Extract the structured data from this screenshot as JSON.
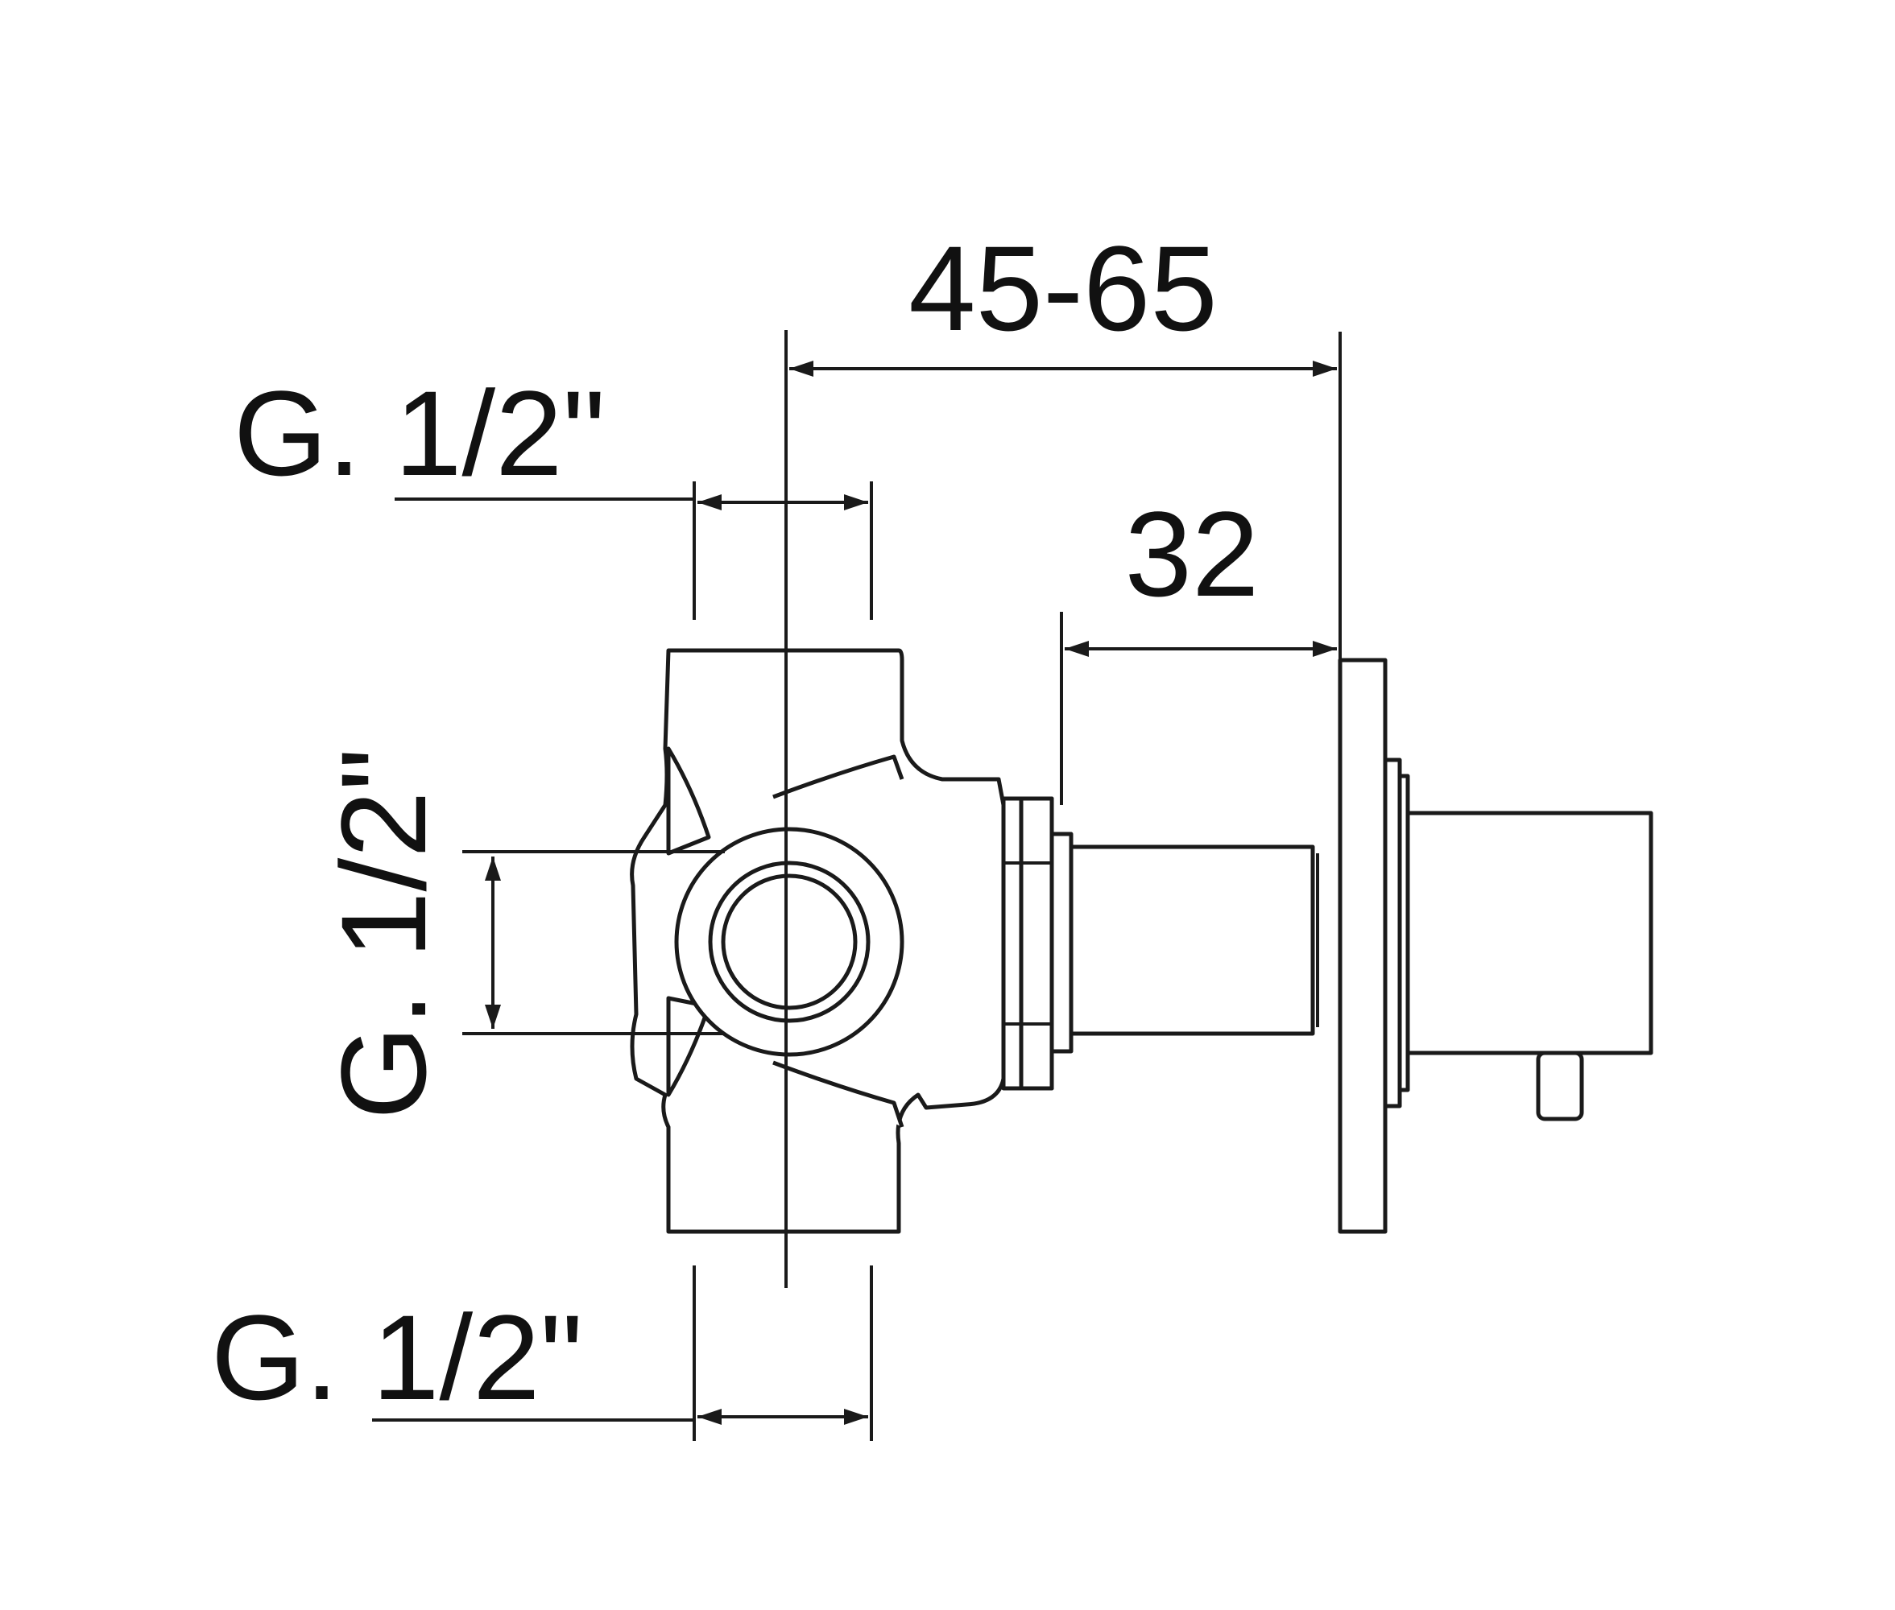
{
  "dimensions": {
    "overall_depth": "45-65",
    "stem_length": "32",
    "top_thread": "G. 1/2\"",
    "side_thread": "G. 1/2\"",
    "bottom_thread": "G. 1/2\""
  },
  "colors": {
    "line": "#1a1a1a",
    "background": "#ffffff"
  }
}
